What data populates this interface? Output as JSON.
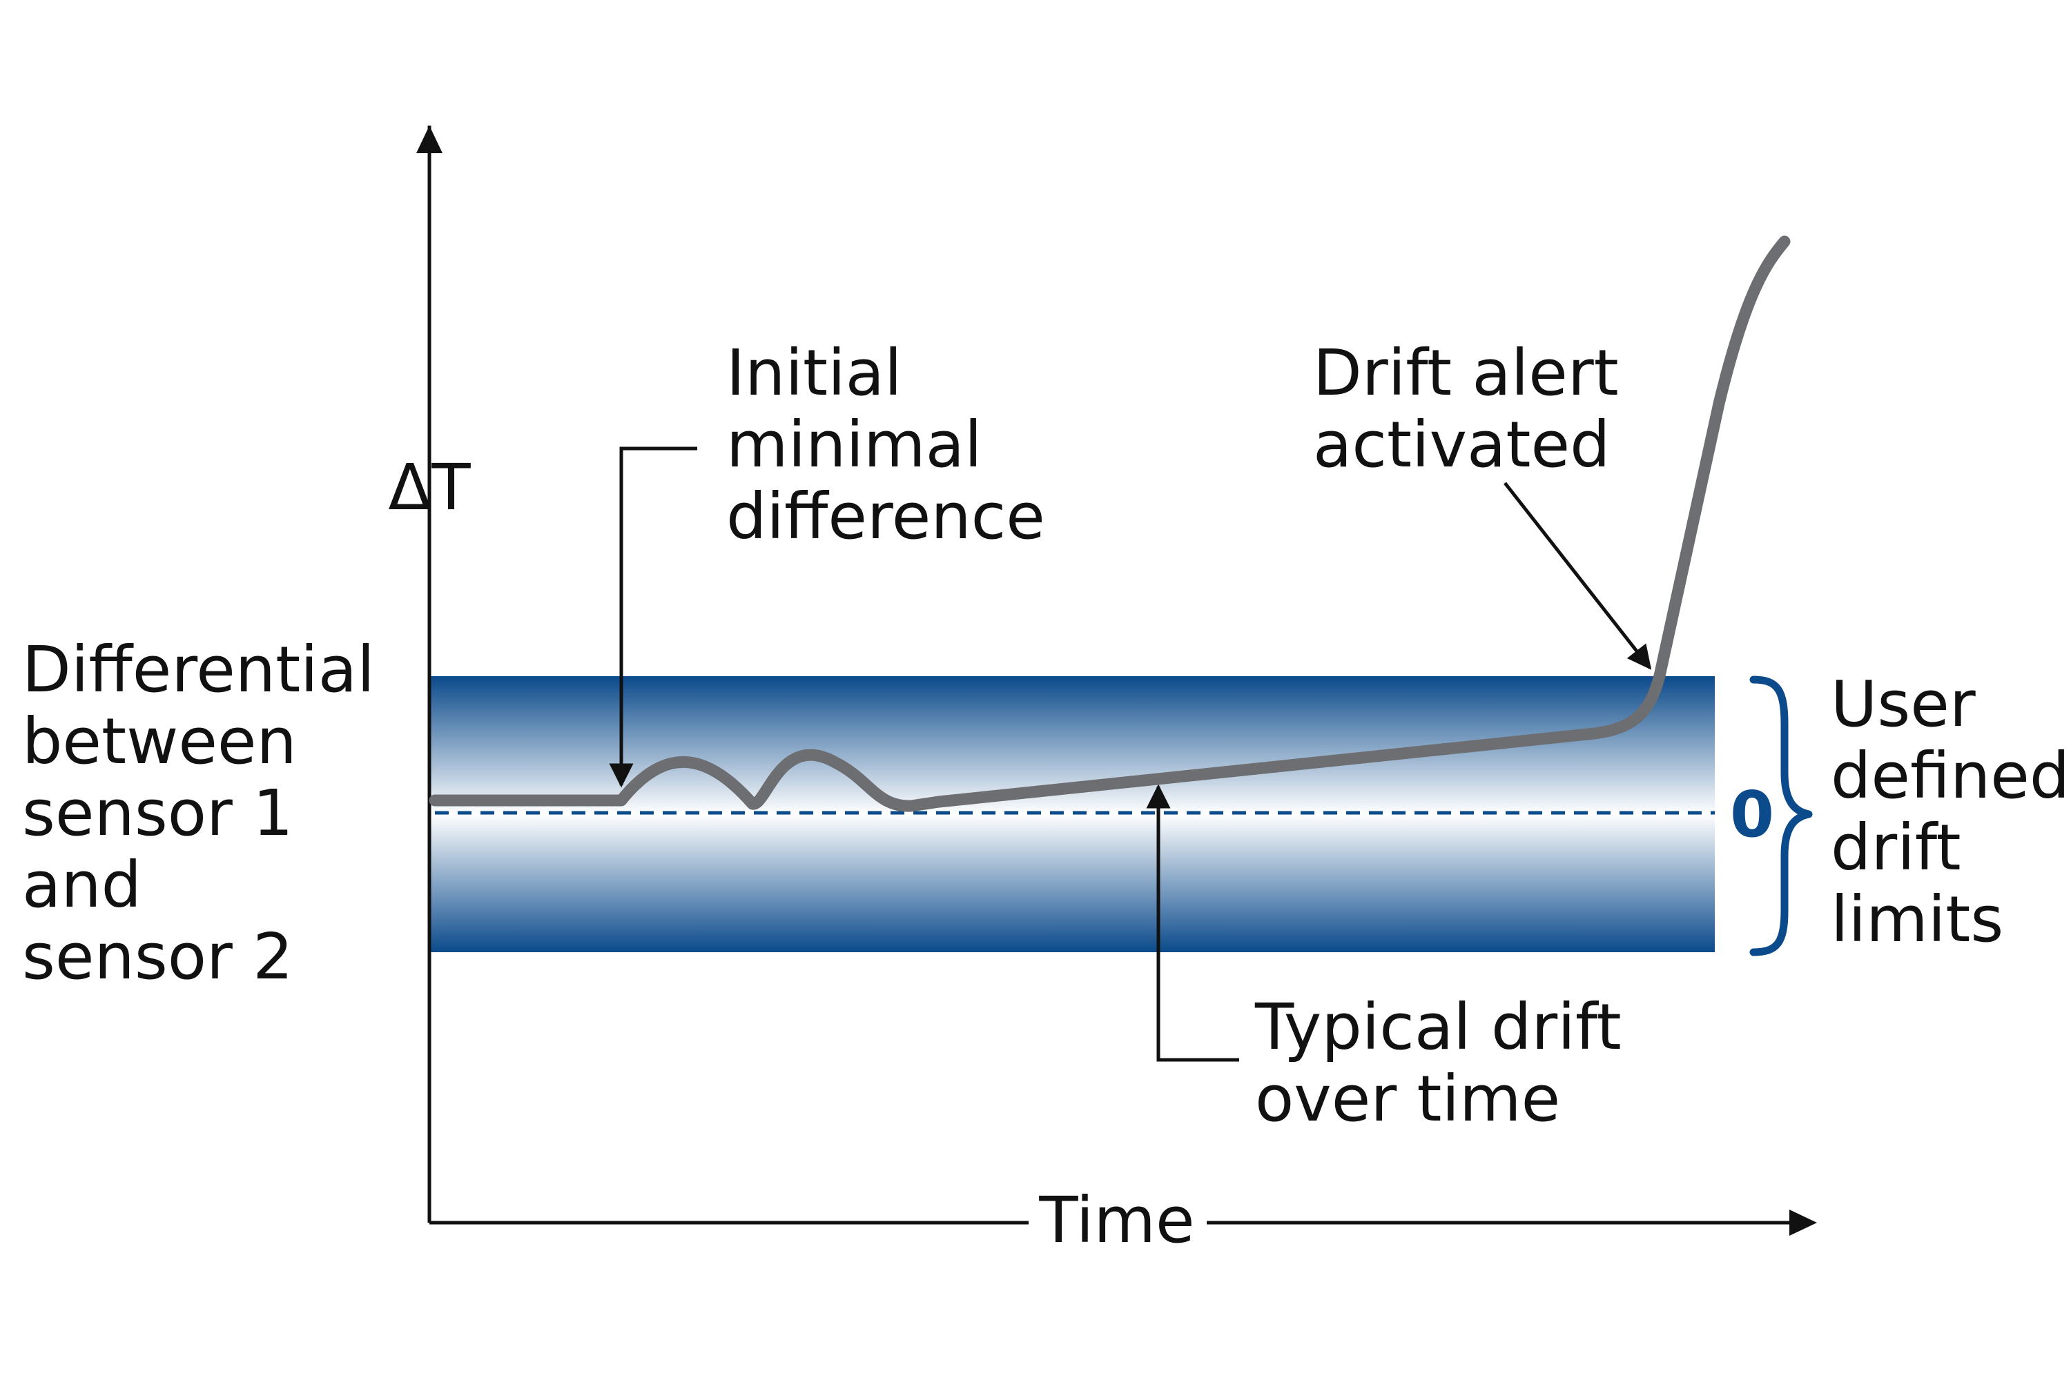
{
  "y_axis_symbol": "ΔT",
  "x_axis_label": "Time",
  "y_axis_description": [
    "Differential",
    "between",
    "sensor 1",
    "and",
    "sensor 2"
  ],
  "callouts": {
    "initial": [
      "Initial",
      "minimal",
      "difference"
    ],
    "drift_alert": [
      "Drift alert",
      "activated"
    ],
    "typical_drift": [
      "Typical drift",
      "over time"
    ]
  },
  "band": {
    "zero_label": "0",
    "limits_label": [
      "User",
      "defined",
      "drift",
      "limits"
    ]
  },
  "colors": {
    "band_edge": "#0b4a8b",
    "band_center": "#ffffff",
    "zero_line": "#0b4a8b",
    "brace": "#0b4a8b",
    "zero_text": "#0b4a8b",
    "signal": "#6d6e71",
    "axis": "#111111",
    "text": "#111111"
  }
}
